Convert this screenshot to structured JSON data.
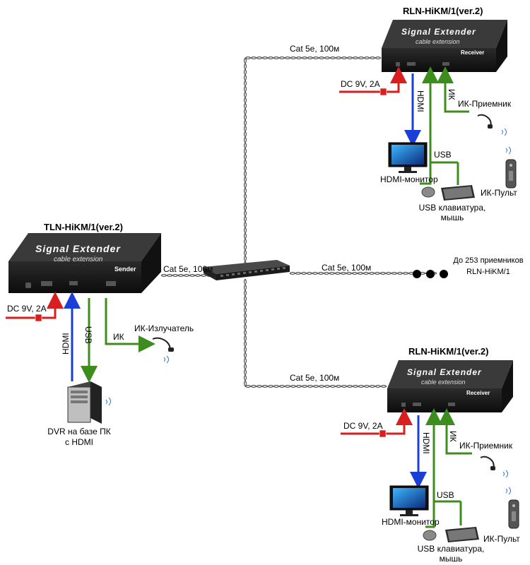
{
  "devices": {
    "sender": {
      "model": "TLN-HiKM/1(ver.2)",
      "brand": "Signal Extender",
      "tagline": "cable extension",
      "role": "Sender"
    },
    "receiver_top": {
      "model": "RLN-HiKM/1(ver.2)",
      "brand": "Signal Extender",
      "tagline": "cable extension",
      "role": "Receiver"
    },
    "receiver_bottom": {
      "model": "RLN-HiKM/1(ver.2)",
      "brand": "Signal Extender",
      "tagline": "cable extension",
      "role": "Receiver"
    }
  },
  "cables": {
    "sender_switch": "Cat 5e, 100м",
    "switch_top": "Cat 5e, 100м",
    "switch_mid": "Cat 5e, 100м",
    "switch_bottom": "Cat 5e, 100м"
  },
  "labels": {
    "power": "DC 9V, 2A",
    "hdmi": "HDMI",
    "usb": "USB",
    "ir": "ИК",
    "ir_emitter": "ИК-Излучатель",
    "ir_receiver": "ИК-Приемник",
    "ir_remote": "ИК-Пульт",
    "hdmi_monitor": "HDMI-монитор",
    "usb_kbd_line1": "USB клавиатура,",
    "usb_kbd_line2": "мышь",
    "pc_line1": "DVR на базе ПК",
    "pc_line2": "с HDMI",
    "more_line1": "До 253 приемников",
    "more_line2": "RLN-HiKM/1"
  },
  "colors": {
    "hdmi": "#1a3fd6",
    "usb_ir": "#3d8c1e",
    "power": "#d81e1e",
    "device": "#1a1a1a"
  }
}
